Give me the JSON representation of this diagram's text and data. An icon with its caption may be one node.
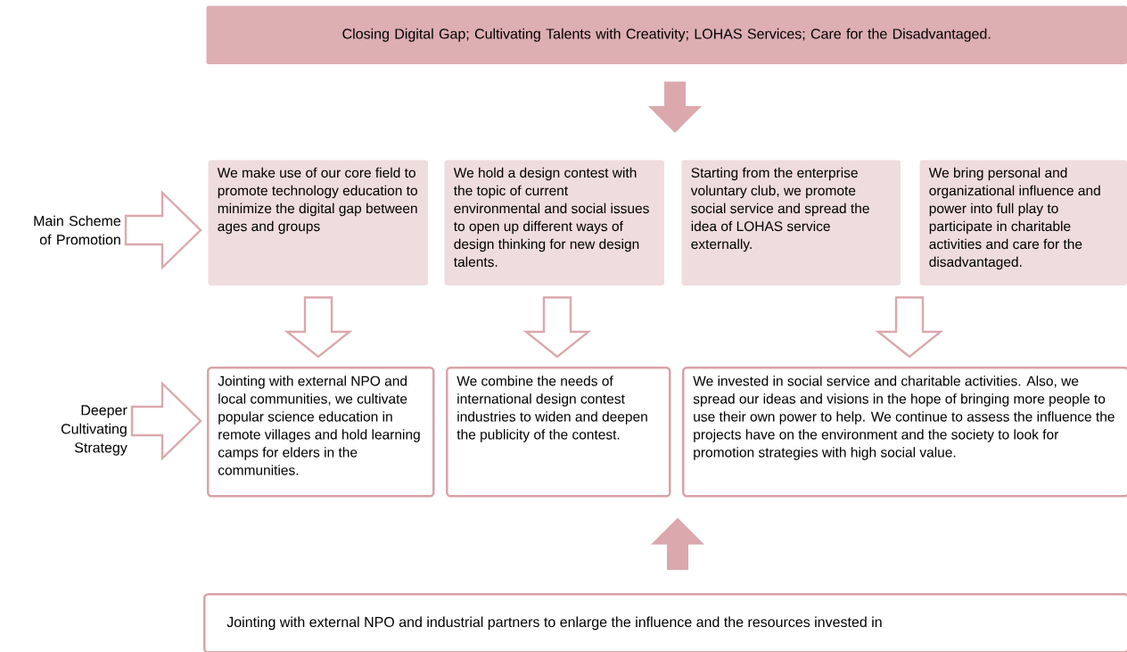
{
  "diagram": {
    "nodes": [
      {
        "text": [
          "Closing Digital Gap; Cultivating Talents with Creativity; LOHAS Services; Care for the Disadvantaged."
        ]
      },
      {
        "text": [
          "Main Scheme of Promotion"
        ]
      },
      {
        "text": [
          "We make use of our core field to promote technology education to minimize the digital gap between ages and groups"
        ]
      },
      {
        "text": [
          "We hold a design contest with the topic of current environmental and social issues to open up different ways of design thinking for new design talents."
        ]
      },
      {
        "text": [
          "Starting from the enterprise voluntary club, we promote social service and spread the idea of LOHAS service externally."
        ]
      },
      {
        "text": [
          "We bring personal and organizational influence and power into full play to participate in charitable activities and care for the disadvantaged."
        ]
      },
      {
        "text": [
          "Deeper Cultivating Strategy"
        ]
      },
      {
        "text": [
          "Jointing with external NPO and local communities, we cultivate popular science education in remote villages and hold learning camps for elders in the communities."
        ]
      },
      {
        "text": [
          "We combine the needs of international design contest industries to widen and deepen the publicity of the contest."
        ]
      },
      {
        "text": [
          "We invested in social service and charitable activities. Also, we spread our ideas and visions in the hope of bringing more people to use their own power to help. We continue to assess the influence the projects have on the environment and the society to look for promotion strategies with high social value."
        ]
      },
      {
        "text": [
          "Jointing with external NPO and industrial partners to enlarge the influence and the resources invested in"
        ]
      }
    ],
    "edges": [
      {
        "from": 0,
        "to": 4,
        "arrow": "to",
        "style": "thick"
      },
      {
        "from": 1,
        "to": 2,
        "arrow": "to"
      },
      {
        "from": 6,
        "to": 7,
        "arrow": "to"
      },
      {
        "from": 2,
        "to": 7,
        "arrow": "to"
      },
      {
        "from": 3,
        "to": 8,
        "arrow": "to"
      },
      {
        "from": 4,
        "to": 9,
        "arrow": "to"
      },
      {
        "from": 10,
        "to": 9,
        "arrow": "to",
        "style": "thick"
      }
    ]
  }
}
